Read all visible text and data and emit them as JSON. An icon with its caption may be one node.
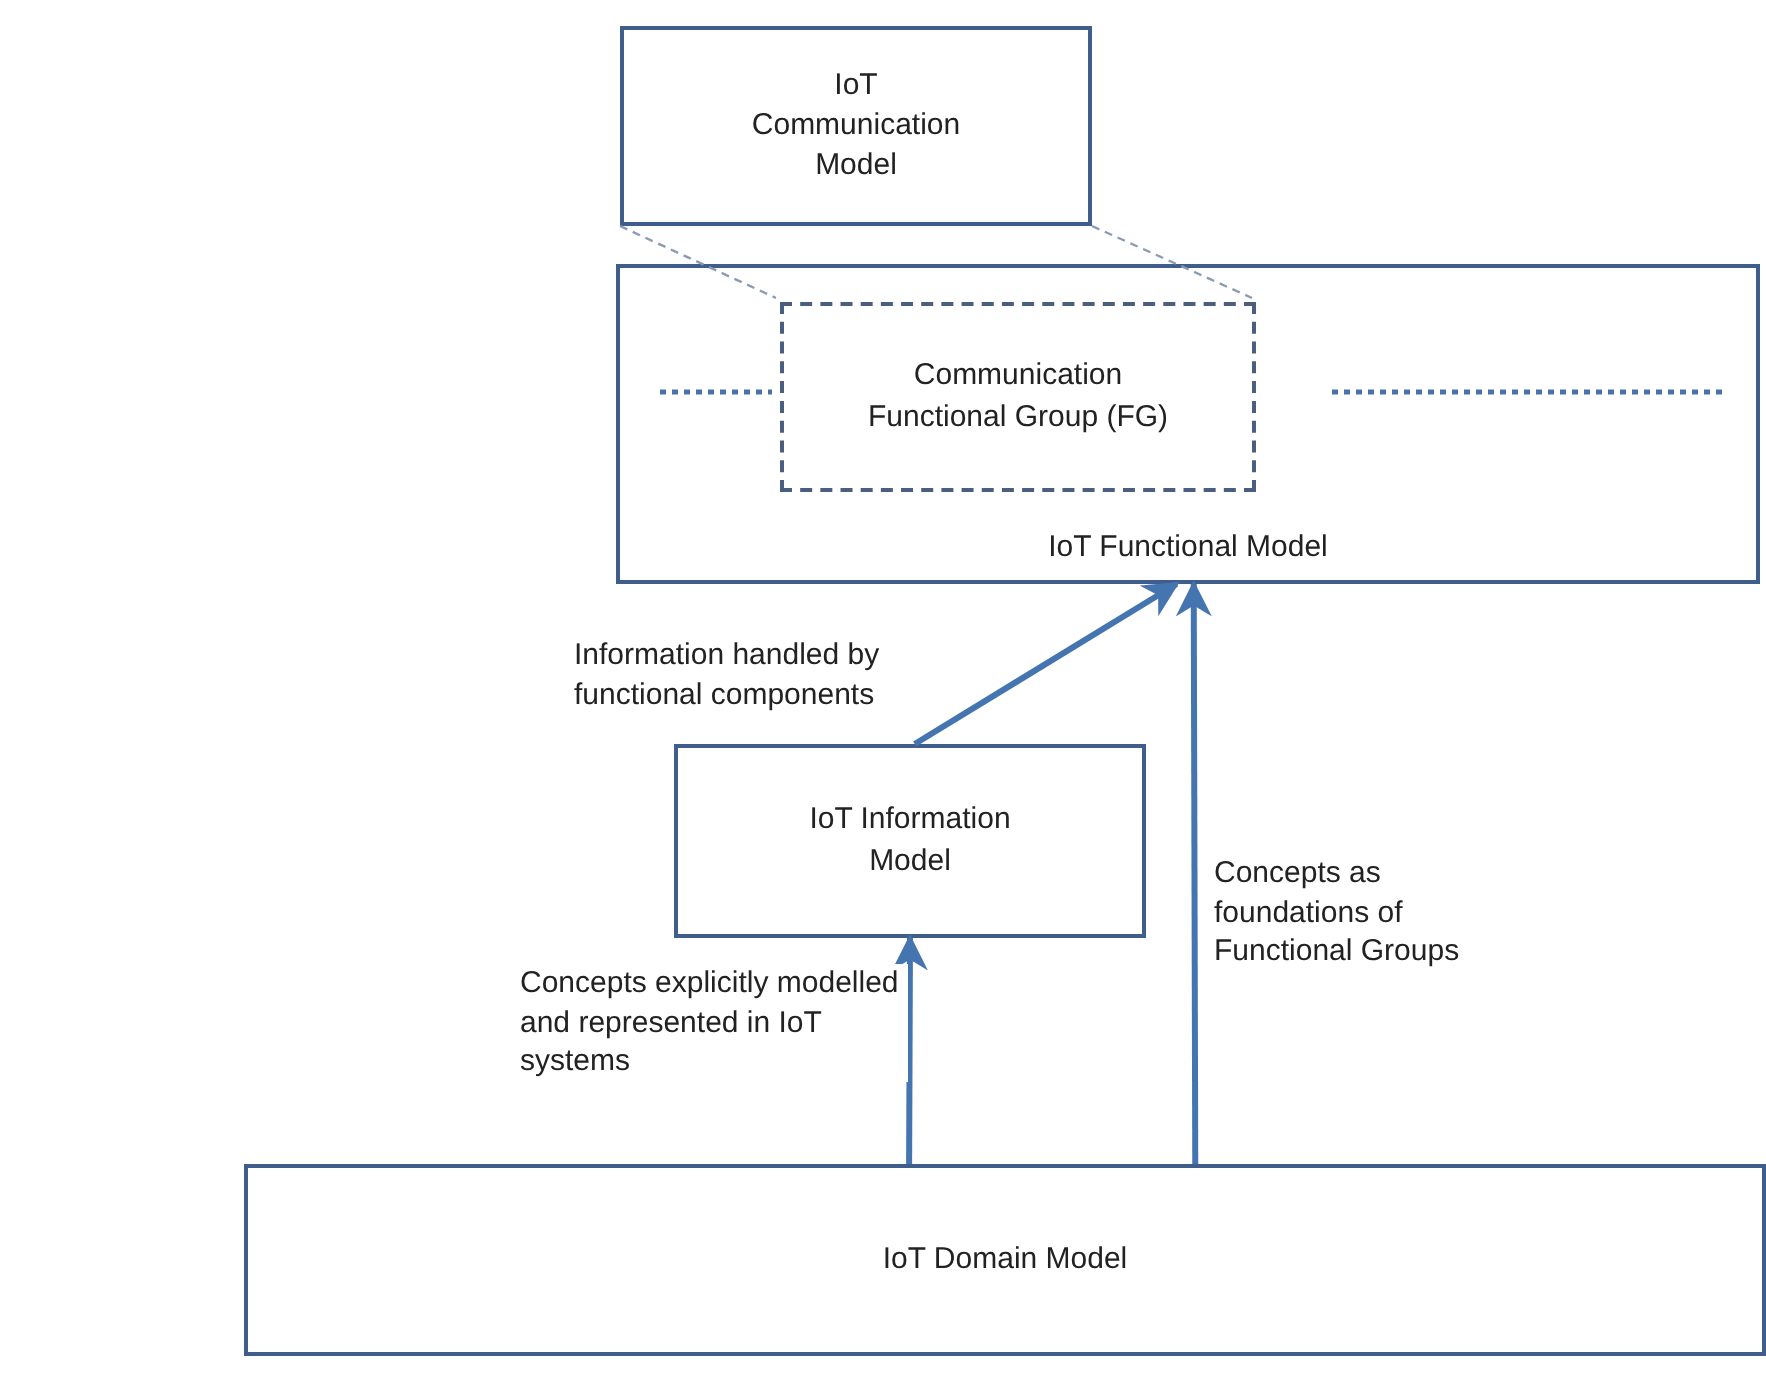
{
  "diagram": {
    "nodes": [
      {
        "text": [
          "IoT Communication Model"
        ]
      },
      {
        "text": [
          "IoT Functional Model"
        ]
      },
      {
        "text": [
          "Communication Functional Group (FG)"
        ],
        "in": 1
      },
      {
        "text": [
          "IoT Information Model"
        ]
      },
      {
        "text": [
          "IoT Domain Model"
        ]
      }
    ],
    "edges": [
      {
        "from": 0,
        "to": 2,
        "arrow": "none",
        "style": "dashed",
        "color": "#8a9bb3"
      },
      {
        "from": 0,
        "to": 2,
        "arrow": "none",
        "style": "dashed",
        "color": "#8a9bb3"
      },
      {
        "from": 3,
        "to": 1,
        "arrow": "to",
        "label": "Information handled by functional components"
      },
      {
        "from": 4,
        "to": 3,
        "arrow": "to",
        "label": "Concepts explicitly modelled and represented in IoT systems"
      },
      {
        "from": 4,
        "to": 1,
        "arrow": "to",
        "label": "Concepts as foundations of Functional Groups"
      }
    ]
  }
}
